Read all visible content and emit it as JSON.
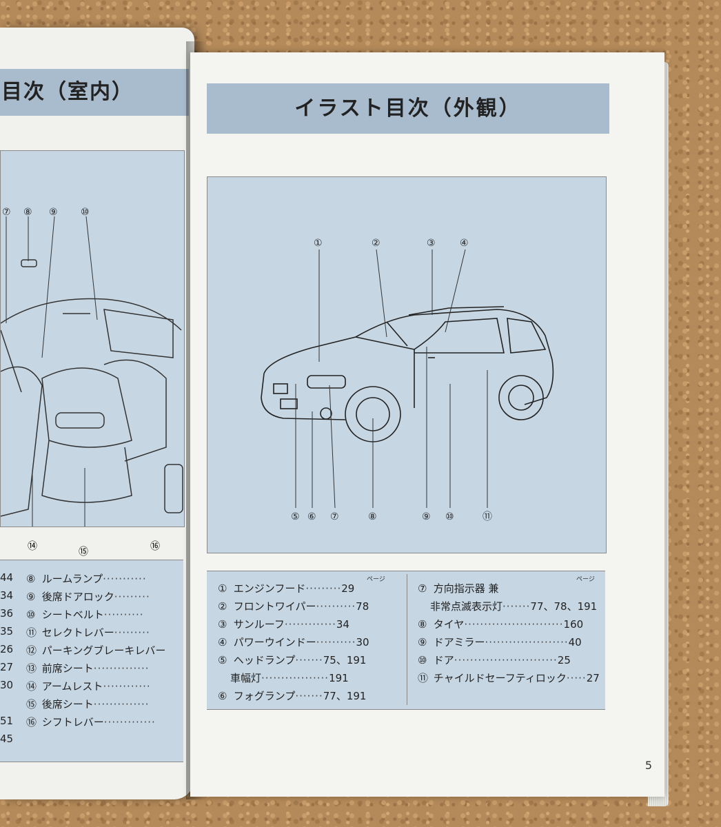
{
  "left_page": {
    "title": "目次（室内）",
    "callouts_top": [
      "⑦",
      "⑧",
      "⑨",
      "⑩"
    ],
    "callouts_bottom": [
      "⑭",
      "⑮",
      "⑯"
    ],
    "items": [
      {
        "num": "⑧",
        "label": "ルームランプ"
      },
      {
        "num": "⑨",
        "label": "後席ドアロック"
      },
      {
        "num": "⑩",
        "label": "シートベルト"
      },
      {
        "num": "⑪",
        "label": "セレクトレバー"
      },
      {
        "num": "⑫",
        "label": "パーキングブレーキレバー"
      },
      {
        "num": "⑬",
        "label": "前席シート"
      },
      {
        "num": "⑭",
        "label": "アームレスト"
      },
      {
        "num": "⑮",
        "label": "後席シート"
      },
      {
        "num": "⑯",
        "label": "シフトレバー"
      }
    ],
    "left_edge_pages": [
      "44",
      "34",
      "36",
      "35",
      "26",
      "27",
      "30",
      "51",
      "45"
    ]
  },
  "right_page": {
    "title": "イラスト目次（外観）",
    "callouts_top": [
      "①",
      "②",
      "③",
      "④"
    ],
    "callouts_bottom": [
      "⑤",
      "⑥",
      "⑦",
      "⑧",
      "⑨",
      "⑩",
      "⑪"
    ],
    "peji_label": "ページ",
    "left_column": [
      {
        "num": "①",
        "label": "エンジンフード",
        "pages": "29"
      },
      {
        "num": "②",
        "label": "フロントワイパー",
        "pages": "78"
      },
      {
        "num": "③",
        "label": "サンルーフ",
        "pages": "34"
      },
      {
        "num": "④",
        "label": "パワーウインドー",
        "pages": "30"
      },
      {
        "num": "⑤",
        "label": "ヘッドランプ",
        "pages": "75、191"
      },
      {
        "num": "",
        "label": "車幅灯",
        "pages": "191"
      },
      {
        "num": "⑥",
        "label": "フォグランプ",
        "pages": "77、191"
      }
    ],
    "right_column": [
      {
        "num": "⑦",
        "label": "方向指示器 兼",
        "pages": ""
      },
      {
        "num": "",
        "label": "非常点滅表示灯",
        "pages": "77、78、191"
      },
      {
        "num": "⑧",
        "label": "タイヤ",
        "pages": "160"
      },
      {
        "num": "⑨",
        "label": "ドアミラー",
        "pages": "40"
      },
      {
        "num": "⑩",
        "label": "ドア",
        "pages": "25"
      },
      {
        "num": "⑪",
        "label": "チャイルドセーフティロック",
        "pages": "27"
      }
    ],
    "page_number": "5"
  }
}
